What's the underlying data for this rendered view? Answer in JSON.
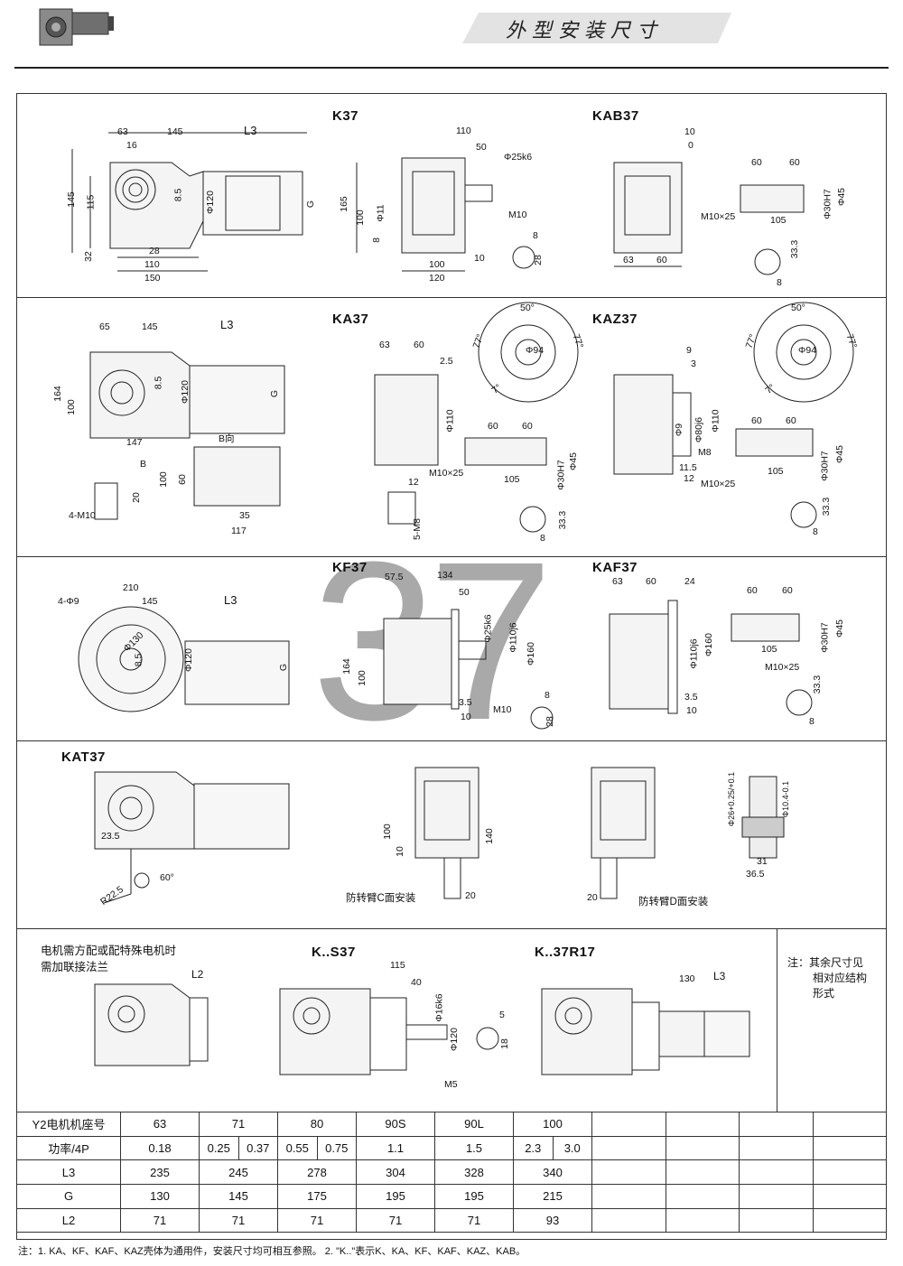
{
  "header": {
    "title": "外型安装尺寸"
  },
  "watermark_number": "37",
  "sections": {
    "k37": {
      "label": "K37",
      "dims": [
        "63",
        "145",
        "L3",
        "16",
        "145",
        "115",
        "8.5",
        "Φ120",
        "G",
        "32",
        "28",
        "110",
        "150",
        "110",
        "50",
        "Φ25k6",
        "165",
        "100",
        "Φ11",
        "8",
        "M10",
        "10",
        "100",
        "120",
        "8",
        "28"
      ]
    },
    "kab37": {
      "label": "KAB37",
      "dims": [
        "10",
        "0",
        "60",
        "60",
        "Φ30H7",
        "Φ45",
        "M10×25",
        "105",
        "63",
        "60",
        "33.3",
        "8"
      ]
    },
    "ka37": {
      "label": "KA37",
      "dims": [
        "65",
        "145",
        "L3",
        "164",
        "100",
        "8.5",
        "Φ120",
        "G",
        "147",
        "B向",
        "B",
        "100",
        "60",
        "35",
        "117",
        "20",
        "4-M10",
        "63",
        "60",
        "2.5",
        "Φ110",
        "60",
        "60",
        "Φ30H7",
        "Φ45",
        "M10×25",
        "105",
        "12",
        "5-M8",
        "33.3",
        "8",
        "50°",
        "77°",
        "77°",
        "Φ94",
        "7°"
      ]
    },
    "kaz37": {
      "label": "KAZ37",
      "dims": [
        "9",
        "3",
        "Φ80j6",
        "Φ110",
        "Φ9",
        "M8",
        "11.5",
        "12",
        "60",
        "60",
        "Φ30H7",
        "Φ45",
        "M10×25",
        "105",
        "33.3",
        "8",
        "50°",
        "77°",
        "77°",
        "Φ94",
        "7°"
      ]
    },
    "kf37": {
      "label": "KF37",
      "dims": [
        "4-Φ9",
        "210",
        "145",
        "L3",
        "Φ130",
        "8.5",
        "Φ120",
        "G",
        "57.5",
        "134",
        "50",
        "Φ25k6",
        "Φ110j6",
        "Φ160",
        "164",
        "100",
        "3.5",
        "10",
        "M10",
        "8",
        "28"
      ]
    },
    "kaf37": {
      "label": "KAF37",
      "dims": [
        "63",
        "60",
        "24",
        "60",
        "60",
        "Φ110j6",
        "Φ160",
        "Φ30H7",
        "Φ45",
        "105",
        "M10×25",
        "3.5",
        "10",
        "33.3",
        "8"
      ]
    },
    "kat37": {
      "label": "KAT37",
      "dims": [
        "23.5",
        "R22.5",
        "60°",
        "100",
        "10",
        "140",
        "20",
        "20"
      ],
      "caption_c": "防转臂C面安装",
      "caption_d": "防转臂D面安装",
      "detail": [
        "Φ26+0.25/+0.1",
        "Φ10.4-0.1",
        "31",
        "36.5"
      ]
    },
    "ks37": {
      "label": "K..S37",
      "dims": [
        "115",
        "40",
        "Φ16k6",
        "Φ120",
        "M5",
        "5",
        "18"
      ]
    },
    "k37r17": {
      "label": "K..37R17",
      "dims": [
        "130",
        "L3"
      ]
    },
    "flange_note": {
      "line1": "电机需方配或配特殊电机时",
      "line2": "需加联接法兰",
      "l2": "L2"
    },
    "side_note": {
      "line1": "注：其余尺寸见",
      "line2": "相对应结构",
      "line3": "形式"
    }
  },
  "motor_table": {
    "row_labels": [
      "Y2电机机座号",
      "功率/4P",
      "L3",
      "G",
      "L2"
    ],
    "frame": [
      "63",
      "71",
      "80",
      "90S",
      "90L",
      "100"
    ],
    "power": [
      "0.18",
      "0.25",
      "0.37",
      "0.55",
      "0.75",
      "1.1",
      "1.5",
      "2.3",
      "3.0"
    ],
    "L3": [
      "235",
      "245",
      "278",
      "304",
      "328",
      "340"
    ],
    "G": [
      "130",
      "145",
      "175",
      "195",
      "195",
      "215"
    ],
    "L2": [
      "71",
      "71",
      "71",
      "71",
      "71",
      "93"
    ]
  },
  "footnote": "注：1. KA、KF、KAF、KAZ壳体为通用件，安装尺寸均可相互参照。   2. \"K..\"表示K、KA、KF、KAF、KAZ、KAB。"
}
